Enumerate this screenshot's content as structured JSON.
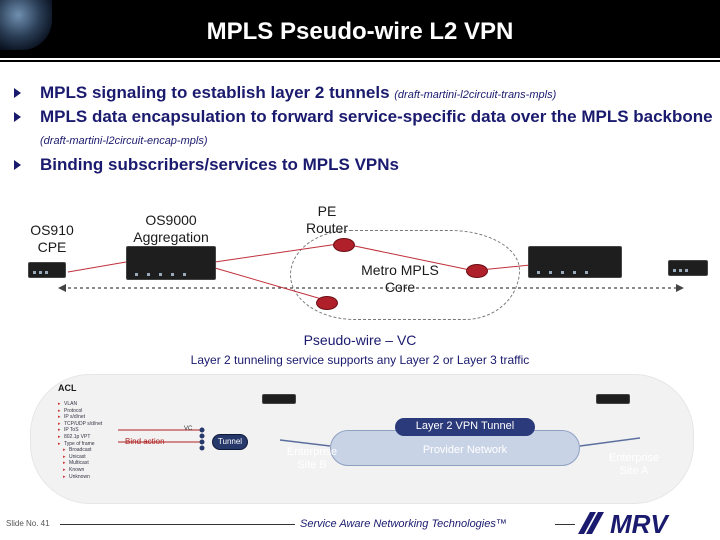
{
  "slide": {
    "title": "MPLS Pseudo-wire L2 VPN",
    "bullets": [
      {
        "main": "MPLS signaling to establish layer 2 tunnels",
        "ref": "(draft-martini-l2circuit-trans-mpls)"
      },
      {
        "main": "MPLS data encapsulation to forward service-specific data over the MPLS backbone",
        "ref": "(draft-martini-l2circuit-encap-mpls)"
      },
      {
        "main": "Binding subscribers/services to MPLS VPNs",
        "ref": ""
      }
    ]
  },
  "diagram": {
    "cpe_label_line1": "OS910",
    "cpe_label_line2": "CPE",
    "agg_label_line1": "OS9000",
    "agg_label_line2": "Aggregation",
    "pe_label_line1": "PE",
    "pe_label_line2": "Router",
    "cloud_label_line1": "Metro MPLS",
    "cloud_label_line2": "Core",
    "pseudowire_label": "Pseudo-wire – VC",
    "pseudowire_sub": "Layer 2 tunneling service supports any Layer 2 or Layer 3 traffic"
  },
  "panel": {
    "acl_title": "ACL",
    "acl_items": [
      "VLAN",
      "Protocol",
      "IP s/d/net",
      "TCP/UDP s/d/net",
      "IP ToS",
      "802.1p VPT",
      "Type of frame"
    ],
    "acl_subitems": [
      "Broadcast",
      "Unicast",
      "Multicast",
      "Known",
      "Unknown"
    ],
    "bind_action": "Bind action",
    "vc": "VC",
    "tunnel": "Tunnel",
    "l2_vpn_tunnel": "Layer 2 VPN Tunnel",
    "provider_network": "Provider Network",
    "site_b_line1": "Enterprise",
    "site_b_line2": "Site B",
    "site_a_line1": "Enterprise",
    "site_a_line2": "Site A"
  },
  "footer": {
    "slide_no": "Slide No. 41",
    "tagline": "Service Aware Networking Technologies™",
    "logo_text": "MRV"
  },
  "colors": {
    "title_bg": "#000000",
    "text_navy": "#1a1a6e",
    "router_red": "#b0202a",
    "tunnel_navy": "#2a3a7a",
    "link_red": "#c0303a"
  }
}
